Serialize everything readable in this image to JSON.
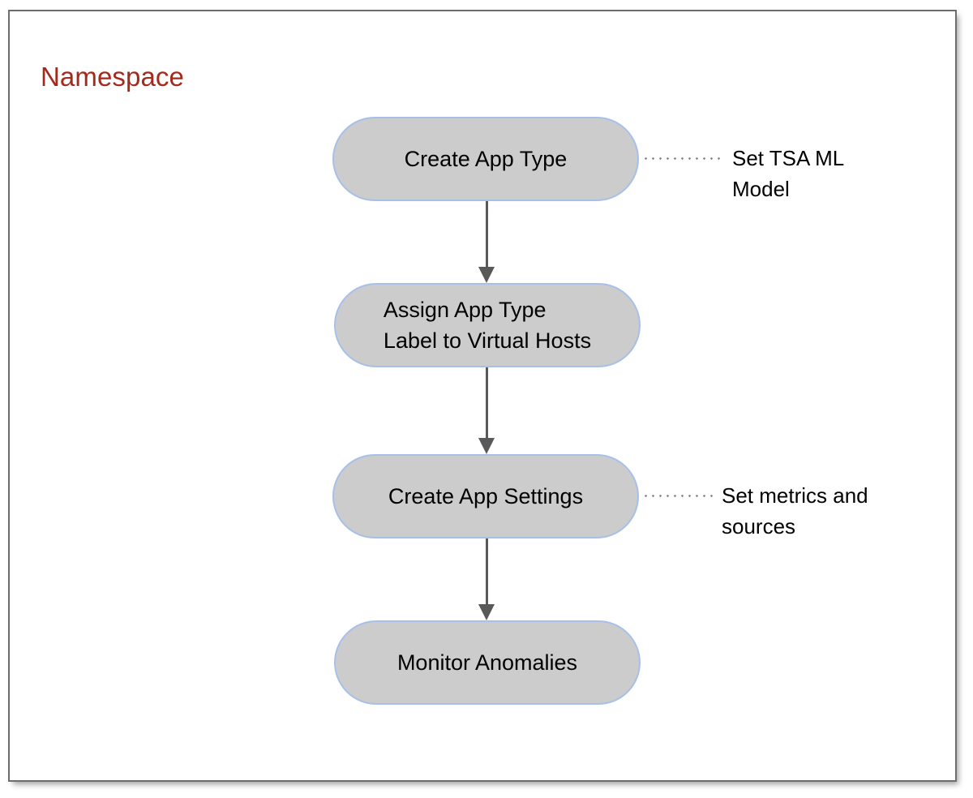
{
  "diagram": {
    "title": "Namespace",
    "title_color": "#a32a1c",
    "frame": {
      "border_color": "#6d6d6d",
      "background": "#ffffff"
    },
    "node_style": {
      "fill": "#cccccc",
      "border_color": "#a6c0e8",
      "text_color": "#000000",
      "shape": "stadium"
    },
    "connector_style": {
      "color": "#595959",
      "arrow": "solid-triangle"
    },
    "leader_style": {
      "color": "#7a7a7a",
      "pattern": "dotted"
    },
    "nodes": [
      {
        "id": "create-app-type",
        "label": "Create App Type",
        "align": "center"
      },
      {
        "id": "assign-app-type-label",
        "label": "Assign App Type\nLabel to Virtual Hosts",
        "align": "left"
      },
      {
        "id": "create-app-settings",
        "label": "Create App Settings",
        "align": "center"
      },
      {
        "id": "monitor-anomalies",
        "label": "Monitor Anomalies",
        "align": "center"
      }
    ],
    "annotations": [
      {
        "id": "set-tsa-ml-model",
        "text": "Set TSA ML\nModel",
        "attached_to": "create-app-type"
      },
      {
        "id": "set-metrics-and-sources",
        "text": "Set metrics and\nsources",
        "attached_to": "create-app-settings"
      }
    ],
    "edges": [
      {
        "from": "create-app-type",
        "to": "assign-app-type-label"
      },
      {
        "from": "assign-app-type-label",
        "to": "create-app-settings"
      },
      {
        "from": "create-app-settings",
        "to": "monitor-anomalies"
      }
    ]
  }
}
